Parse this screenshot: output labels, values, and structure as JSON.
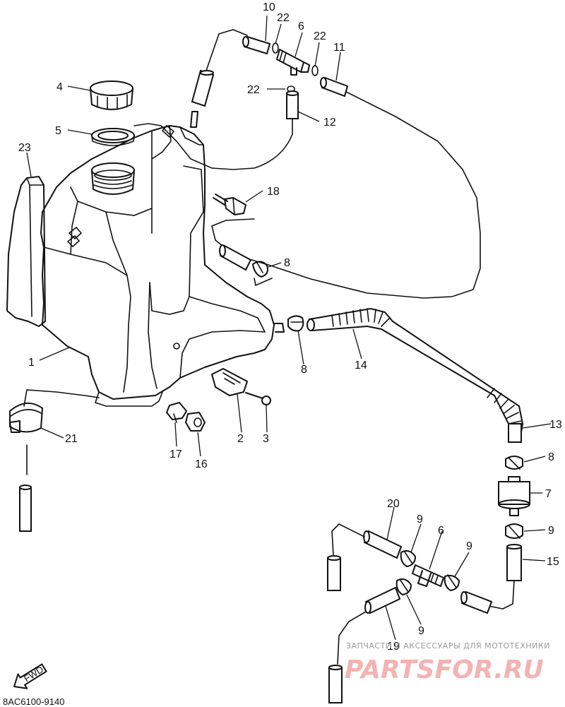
{
  "callouts": {
    "c1": "1",
    "c2": "2",
    "c3": "3",
    "c4": "4",
    "c5": "5",
    "c6a": "6",
    "c6b": "6",
    "c7": "7",
    "c8a": "8",
    "c8b": "8",
    "c8c": "8",
    "c9a": "9",
    "c9b": "9",
    "c9c": "9",
    "c9d": "9",
    "c10": "10",
    "c11": "11",
    "c12": "12",
    "c13": "13",
    "c14": "14",
    "c15": "15",
    "c16": "16",
    "c17": "17",
    "c18": "18",
    "c19": "19",
    "c20": "20",
    "c21": "21",
    "c22a": "22",
    "c22b": "22",
    "c22c": "22",
    "c23": "23"
  },
  "diagram_code": "8AC6100-9140",
  "fwd_label": "FWD",
  "watermark": {
    "tagline": "ЗАПЧАСТИ И АКСЕССУАРЫ ДЛЯ МОТОТЕХНИКИ",
    "brand": "PARTSFOR.RU"
  }
}
